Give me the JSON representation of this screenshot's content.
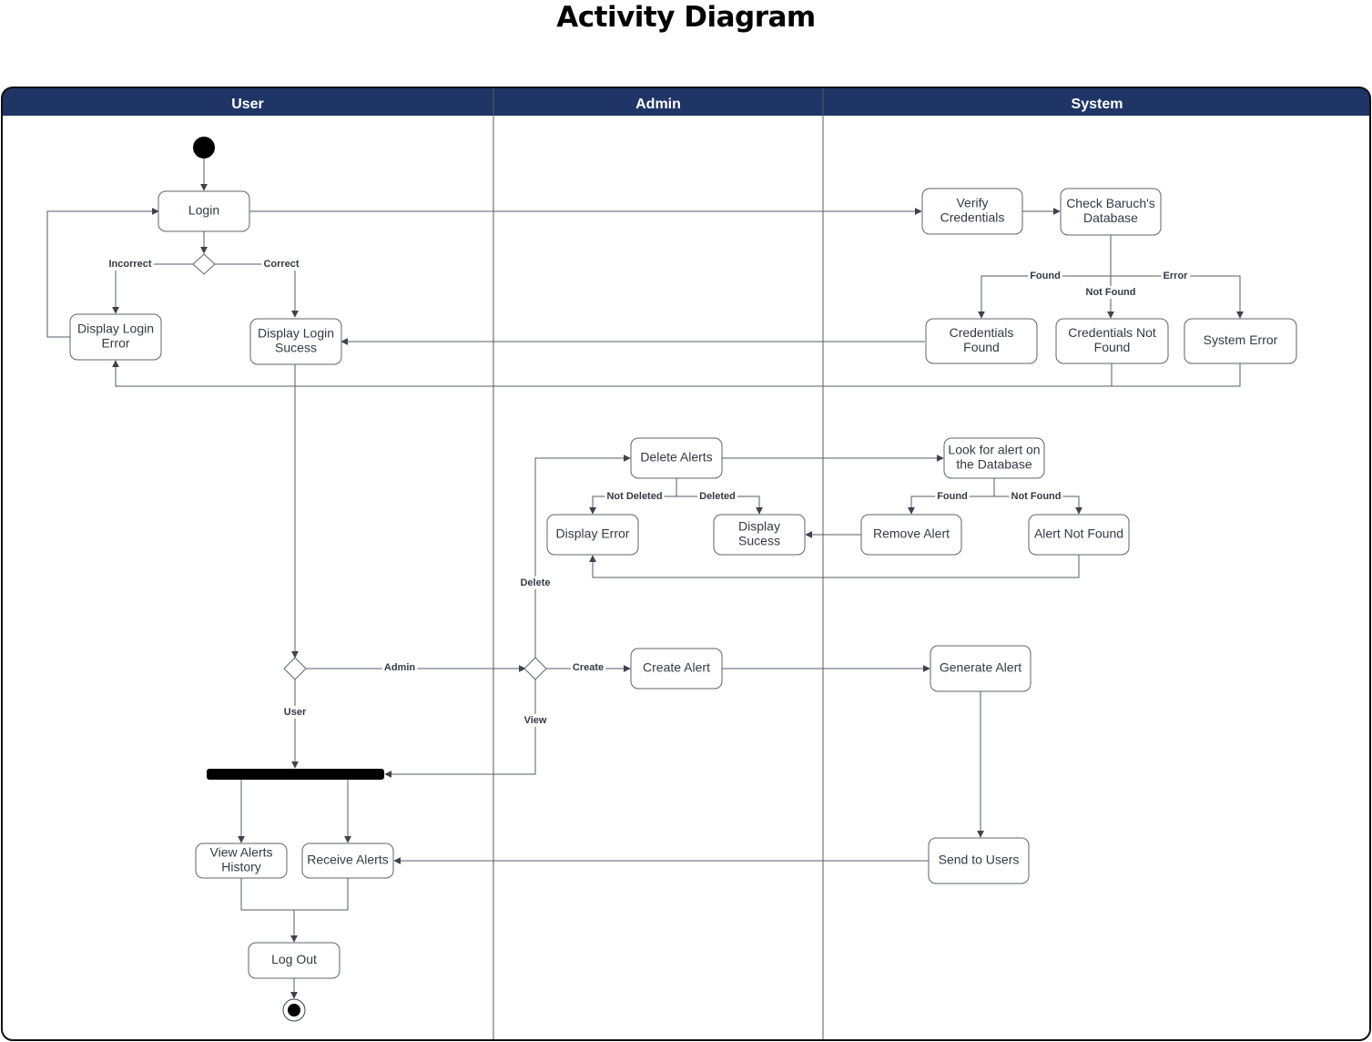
{
  "title": "Activity Diagram",
  "colors": {
    "header": "#1f3566",
    "frame": "#111111",
    "node_border": "#5f6368",
    "text": "#333a44",
    "edge": "#555b66"
  },
  "lanes": [
    {
      "id": "user",
      "name": "User"
    },
    {
      "id": "admin",
      "name": "Admin"
    },
    {
      "id": "system",
      "name": "System"
    }
  ],
  "nodes": [
    {
      "id": "login",
      "lines": [
        "Login"
      ]
    },
    {
      "id": "display_login_error",
      "lines": [
        "Display Login",
        "Error"
      ]
    },
    {
      "id": "display_login_success",
      "lines": [
        "Display Login",
        "Sucess"
      ]
    },
    {
      "id": "verify_credentials",
      "lines": [
        "Verify",
        "Credentials"
      ]
    },
    {
      "id": "check_database",
      "lines": [
        "Check Baruch's",
        "Database"
      ]
    },
    {
      "id": "credentials_found",
      "lines": [
        "Credentials",
        "Found"
      ]
    },
    {
      "id": "credentials_not_found",
      "lines": [
        "Credentials Not",
        "Found"
      ]
    },
    {
      "id": "system_error",
      "lines": [
        "System Error"
      ]
    },
    {
      "id": "delete_alerts",
      "lines": [
        "Delete Alerts"
      ]
    },
    {
      "id": "look_for_alert",
      "lines": [
        "Look for alert on",
        "the Database"
      ]
    },
    {
      "id": "display_error",
      "lines": [
        "Display Error"
      ]
    },
    {
      "id": "display_success",
      "lines": [
        "Display",
        "Sucess"
      ]
    },
    {
      "id": "remove_alert",
      "lines": [
        "Remove Alert"
      ]
    },
    {
      "id": "alert_not_found",
      "lines": [
        "Alert Not Found"
      ]
    },
    {
      "id": "create_alert",
      "lines": [
        "Create Alert"
      ]
    },
    {
      "id": "generate_alert",
      "lines": [
        "Generate Alert"
      ]
    },
    {
      "id": "view_alerts_history",
      "lines": [
        "View Alerts",
        "History"
      ]
    },
    {
      "id": "receive_alerts",
      "lines": [
        "Receive Alerts"
      ]
    },
    {
      "id": "send_to_users",
      "lines": [
        "Send to Users"
      ]
    },
    {
      "id": "log_out",
      "lines": [
        "Log Out"
      ]
    }
  ],
  "edge_labels": [
    {
      "id": "incorrect",
      "text": "Incorrect"
    },
    {
      "id": "correct",
      "text": "Correct"
    },
    {
      "id": "found_cred",
      "text": "Found"
    },
    {
      "id": "not_found_cred",
      "text": "Not Found"
    },
    {
      "id": "error",
      "text": "Error"
    },
    {
      "id": "not_deleted",
      "text": "Not Deleted"
    },
    {
      "id": "deleted",
      "text": "Deleted"
    },
    {
      "id": "found_alert",
      "text": "Found"
    },
    {
      "id": "not_found_alert",
      "text": "Not Found"
    },
    {
      "id": "delete",
      "text": "Delete"
    },
    {
      "id": "admin",
      "text": "Admin"
    },
    {
      "id": "create",
      "text": "Create"
    },
    {
      "id": "user",
      "text": "User"
    },
    {
      "id": "view",
      "text": "View"
    }
  ]
}
